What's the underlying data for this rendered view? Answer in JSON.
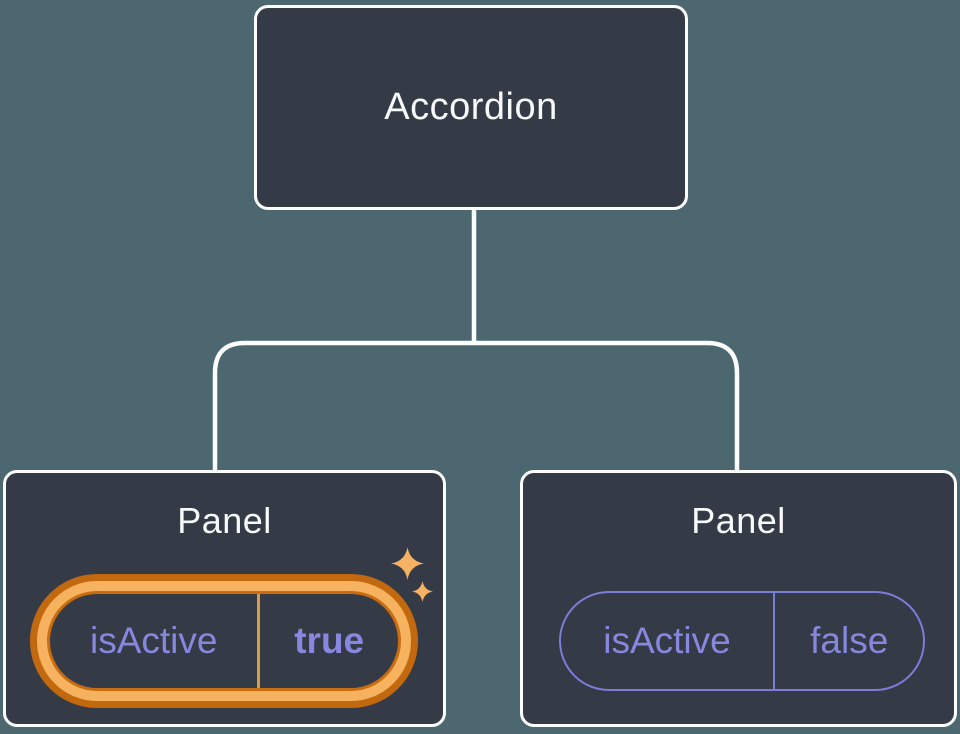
{
  "diagram": {
    "title_hint": "component tree with state",
    "root": {
      "label": "Accordion"
    },
    "children": [
      {
        "label": "Panel",
        "state": {
          "key": "isActive",
          "value": "true"
        },
        "highlighted": true
      },
      {
        "label": "Panel",
        "state": {
          "key": "isActive",
          "value": "false"
        },
        "highlighted": false
      }
    ],
    "icons": {
      "sparkles": "sparkles-icon"
    },
    "colors": {
      "background": "#4C6770",
      "node_fill": "#343A46",
      "node_border": "#FCFDFD",
      "connector_line": "#FCFDFD",
      "state_text_purple": "#8787DF",
      "state_border_purple": "#7C7CD9",
      "highlight_gold_light": "#F6B25E",
      "highlight_orange_dark": "#C2690F",
      "highlight_divider_gold": "#DB9A48",
      "sparkle_gold": "#F5B264",
      "label_text": "#F7F9FA"
    }
  }
}
